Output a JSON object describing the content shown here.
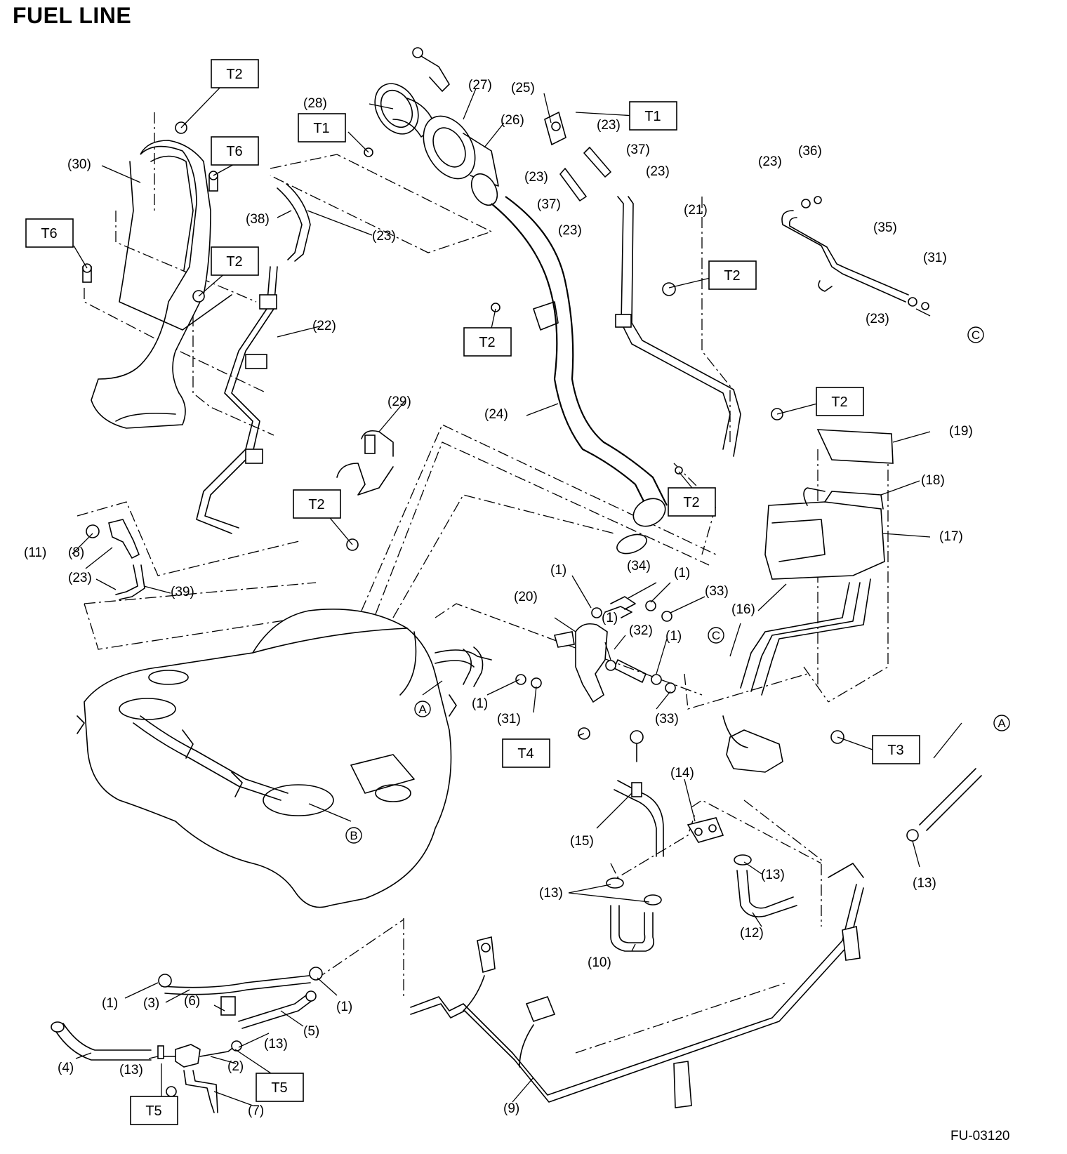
{
  "title": "FUEL LINE",
  "figure_code": "FU-03120",
  "torque_boxes": [
    "T2",
    "T6",
    "T6",
    "T2",
    "T1",
    "T1",
    "T2",
    "T2",
    "T2",
    "T2",
    "T2",
    "T4",
    "T3",
    "T5",
    "T5"
  ],
  "reference_marks": [
    "A",
    "A",
    "B",
    "C",
    "C"
  ],
  "callouts": {
    "p28": "(28)",
    "p27": "(27)",
    "p26": "(26)",
    "p25": "(25)",
    "p23a": "(23)",
    "p37a": "(37)",
    "p23b": "(23)",
    "p37b": "(37)",
    "p23c": "(23)",
    "p23d": "(23)",
    "p21": "(21)",
    "p23e": "(23)",
    "p36": "(36)",
    "p35": "(35)",
    "p31a": "(31)",
    "p23f": "(23)",
    "p30": "(30)",
    "p38": "(38)",
    "p23g": "(23)",
    "p22": "(22)",
    "p24": "(24)",
    "p29": "(29)",
    "p19": "(19)",
    "p18": "(18)",
    "p17": "(17)",
    "p16": "(16)",
    "p11": "(11)",
    "p8": "(8)",
    "p23h": "(23)",
    "p39": "(39)",
    "p1a": "(1)",
    "p34": "(34)",
    "p1b": "(1)",
    "p33a": "(33)",
    "p20": "(20)",
    "p1c": "(1)",
    "p32": "(32)",
    "p1d": "(1)",
    "p1e": "(1)",
    "p31b": "(31)",
    "p33b": "(33)",
    "p14": "(14)",
    "p15": "(15)",
    "p13a": "(13)",
    "p13b": "(13)",
    "p13c": "(13)",
    "p10": "(10)",
    "p12": "(12)",
    "p1f": "(1)",
    "p3": "(3)",
    "p6": "(6)",
    "p1g": "(1)",
    "p5": "(5)",
    "p13d": "(13)",
    "p4": "(4)",
    "p13e": "(13)",
    "p2": "(2)",
    "p7": "(7)",
    "p9": "(9)"
  }
}
